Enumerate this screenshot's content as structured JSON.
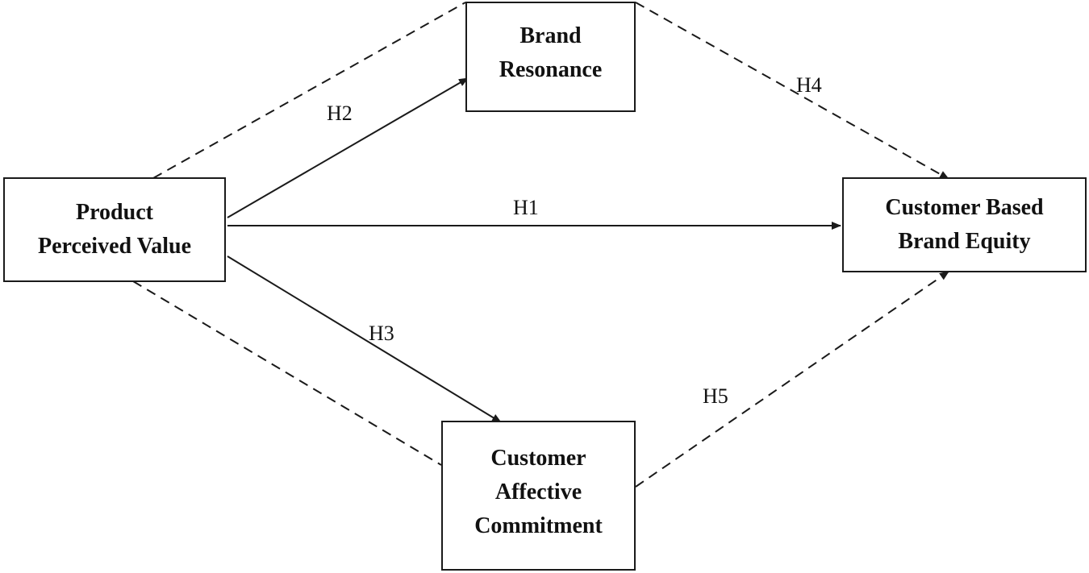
{
  "nodes": {
    "product_perceived_value": {
      "lines": [
        "Product",
        "Perceived Value"
      ]
    },
    "brand_resonance": {
      "lines": [
        "Brand",
        "Resonance"
      ]
    },
    "customer_based_brand_equity": {
      "lines": [
        "Customer Based",
        "Brand Equity"
      ]
    },
    "customer_affective_commitment": {
      "lines": [
        "Customer",
        "Affective",
        "Commitment"
      ]
    }
  },
  "hypotheses": {
    "h1": "H1",
    "h2": "H2",
    "h3": "H3",
    "h4": "H4",
    "h5": "H5"
  },
  "colors": {
    "line": "#1a1a1a",
    "text": "#111111",
    "background": "#ffffff"
  }
}
